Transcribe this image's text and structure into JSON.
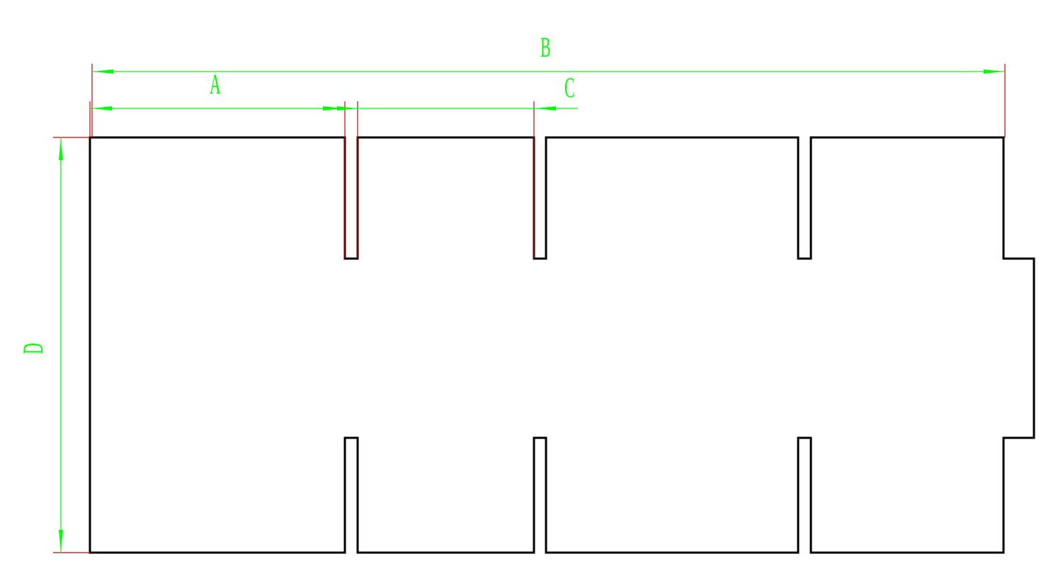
{
  "drawing": {
    "dimension_labels": {
      "A": "A",
      "B": "B",
      "C": "C",
      "D": "D"
    },
    "colors": {
      "dimension": "#00ff00",
      "extension": "#cc0000",
      "outline": "#000000"
    }
  }
}
